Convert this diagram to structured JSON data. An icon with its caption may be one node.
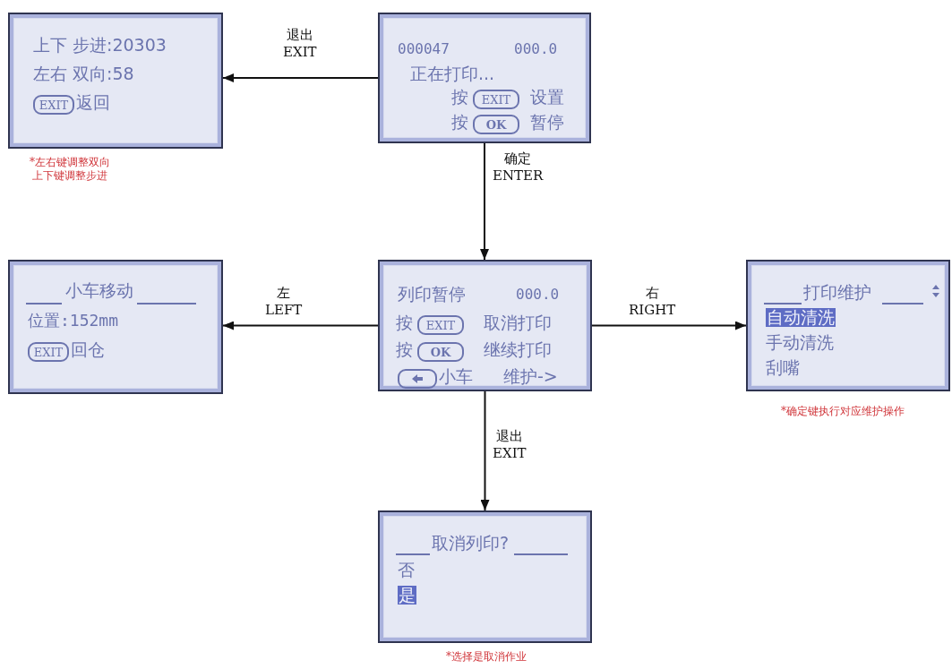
{
  "diagram": {
    "nodes": [
      {
        "text": [
          "上下 步进:20303",
          "左右 双向:58",
          "返回"
        ],
        "beside": [
          "*左右键调整双向上下键调整步进"
        ]
      },
      {
        "text": [
          "EXIT"
        ],
        "in": 0
      },
      {
        "text": [
          "000047",
          "000.0",
          "正在打印...",
          "按",
          "设置",
          "按",
          "暂停"
        ]
      },
      {
        "text": [
          "EXIT"
        ],
        "in": 2
      },
      {
        "text": [
          "OK"
        ],
        "in": 2
      },
      {
        "text": [
          "小车移动",
          "位置:152mm",
          "回仓"
        ]
      },
      {
        "text": [
          "EXIT"
        ],
        "in": 5
      },
      {
        "text": [
          "列印暂停",
          "000.0",
          "按",
          "取消打印",
          "按",
          "继续打印",
          "小车",
          "维护->"
        ]
      },
      {
        "text": [
          "EXIT"
        ],
        "in": 7
      },
      {
        "text": [
          "OK"
        ],
        "in": 7
      },
      {
        "text": [],
        "shape": "box",
        "in": 7
      },
      {
        "text": [
          "打印维护",
          "自动清洗",
          "手动清洗",
          "刮嘴"
        ],
        "beside": [
          "*确定键执行对应维护操作"
        ]
      },
      {
        "text": [
          "取消列印?",
          "否",
          "是"
        ],
        "beside": [
          "*选择是取消作业"
        ]
      }
    ],
    "edges": [
      {
        "from": 2,
        "to": 0,
        "arrow": "to",
        "label": "退出 EXIT"
      },
      {
        "from": 2,
        "to": 7,
        "arrow": "to",
        "label": "确定 ENTER"
      },
      {
        "from": 7,
        "to": 5,
        "arrow": "to",
        "label": "左 LEFT"
      },
      {
        "from": 7,
        "to": 11,
        "arrow": "to",
        "label": "右 RIGHT"
      },
      {
        "from": 7,
        "to": 12,
        "arrow": "to",
        "label": "退出 EXIT"
      }
    ]
  }
}
